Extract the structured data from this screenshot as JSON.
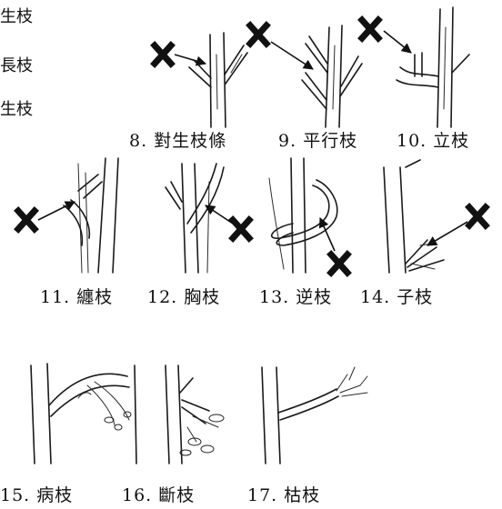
{
  "side_labels": [
    "生枝",
    "長枝",
    "生枝"
  ],
  "figures": [
    {
      "num": "8.",
      "name": "對生枝條"
    },
    {
      "num": "9.",
      "name": "平行枝"
    },
    {
      "num": "10.",
      "name": "立枝"
    },
    {
      "num": "11.",
      "name": "纏枝"
    },
    {
      "num": "12.",
      "name": "胸枝"
    },
    {
      "num": "13.",
      "name": "逆枝"
    },
    {
      "num": "14.",
      "name": "子枝"
    },
    {
      "num": "15.",
      "name": "病枝"
    },
    {
      "num": "16.",
      "name": "斷枝"
    },
    {
      "num": "17.",
      "name": "枯枝"
    }
  ],
  "cut_marker": "X",
  "colors": {
    "ink": "#1a1a1a",
    "background": "#ffffff"
  }
}
